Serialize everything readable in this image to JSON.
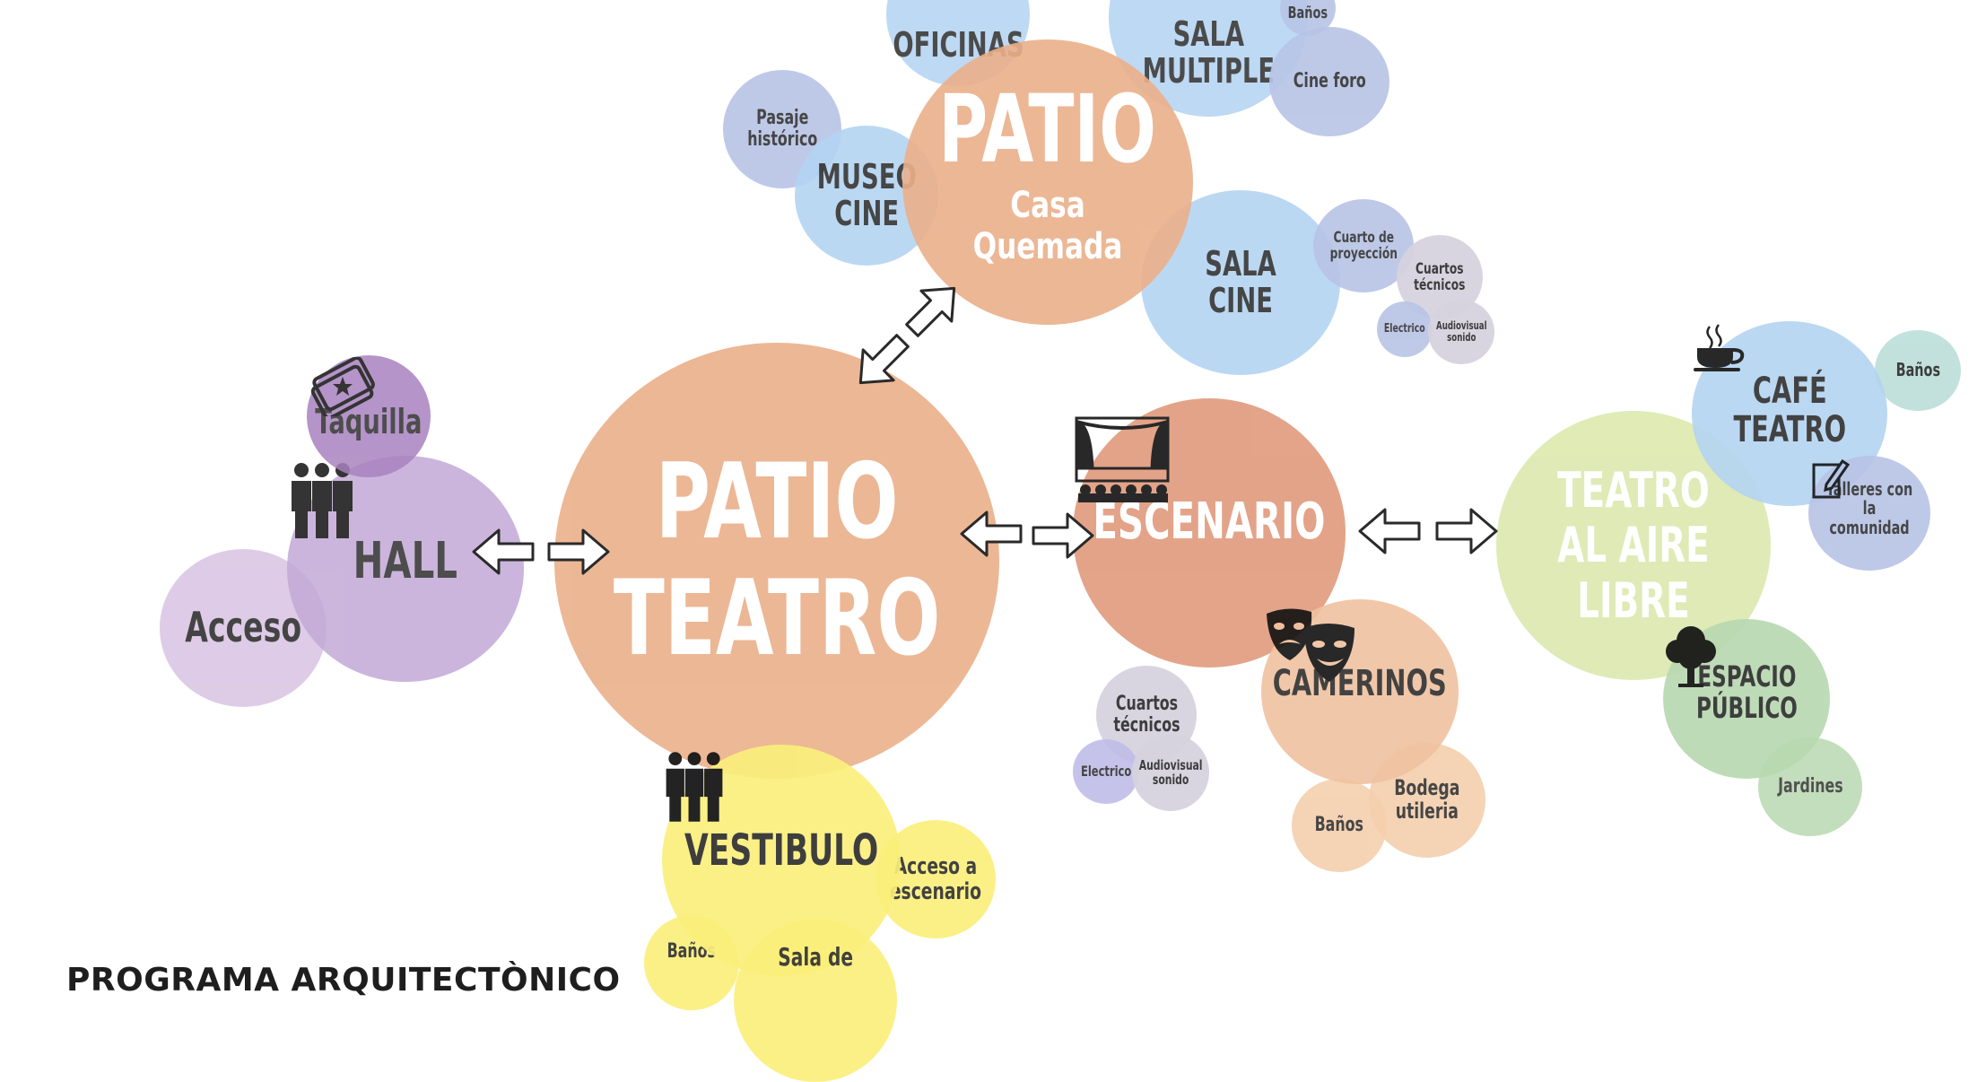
{
  "title": "PROGRAMA ARQUITECTÒNICO",
  "colors": {
    "orange": "#ebb08a",
    "salmon": "#e09a7c",
    "peach": "#f5cfae",
    "blue": "#b4d4f2",
    "bluegrey": "#b8c4e6",
    "grey": "#d6d3df",
    "purple": "#c3a9d6",
    "purple_light": "#dcc9e6",
    "yellow": "#fbef7c",
    "green_light": "#dde9b0",
    "green": "#b9d9b1",
    "teal": "#bfe0db"
  },
  "nodes": {
    "patio_teatro": "PATIO\nTEATRO",
    "patio_casa": "PATIO",
    "patio_casa_sub": "Casa Quemada",
    "oficinas": "OFICINAS",
    "sala_multiple": "SALA\nMULTIPLE",
    "banos_sala": "Baños",
    "cine_foro": "Cine foro",
    "pasaje": "Pasaje\nhistórico",
    "museo_cine": "MUSEO\nCINE",
    "sala_cine": "SALA CINE",
    "cuarto_proyeccion": "Cuarto de\nproyección",
    "cuartos_tecnicos_cine": "Cuartos\ntécnicos",
    "electrico_cine": "Electrico",
    "audiovisual_cine": "Audiovisual\nsonido",
    "escenario": "ESCENARIO",
    "camerinos": "CAMERINOS",
    "cuartos_tecnicos_esc": "Cuartos\ntécnicos",
    "electrico_esc": "Electrico",
    "audiovisual_esc": "Audiovisual\nsonido",
    "banos_camerinos": "Baños",
    "bodega": "Bodega\nutileria",
    "teatro_aire": "TEATRO AL AIRE\nLIBRE",
    "cafe": "CAFÉ\nTEATRO",
    "banos_cafe": "Baños",
    "talleres": "Talleres con la\ncomunidad",
    "espacio_publico": "ESPACIO\nPÚBLICO",
    "jardines": "Jardines",
    "hall": "HALL",
    "taquilla": "Taquilla",
    "acceso": "Acceso",
    "vestibulo": "VESTIBULO",
    "acceso_escenario": "Acceso a\nescenario",
    "banos_vestibulo": "Baños",
    "sala_de": "Sala de"
  },
  "icons": {
    "hall": "people-icon",
    "taquilla": "ticket-icon",
    "vestibulo": "people-icon",
    "escenario": "stage-icon",
    "camerinos": "theater-masks-icon",
    "cafe": "coffee-cup-icon",
    "talleres": "notepad-pencil-icon",
    "espacio_publico": "tree-icon"
  }
}
